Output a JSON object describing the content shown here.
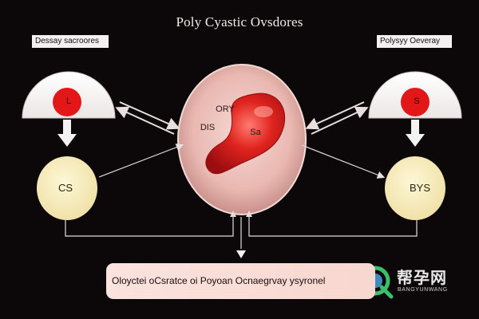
{
  "title": "Poly Cyastic Ovsdores",
  "left_panel": {
    "label": "Dessay sacroores",
    "dot_text": "L",
    "circle_text": "CS"
  },
  "right_panel": {
    "label": "Polysyy Oeveray",
    "dot_text": "S",
    "circle_text": "BYS"
  },
  "center": {
    "text_1": "ORY",
    "text_2": "DIS",
    "text_3": "Sa"
  },
  "bottom_banner": {
    "text": "Oloyctei oCsratce oi Poyoan Ocnaegrvay ysyronel"
  },
  "watermark": {
    "title": "帮孕网",
    "subtitle": "BANGYUNWANG"
  },
  "colors": {
    "background": "#0c0809",
    "dome": "#f6f3f3",
    "red_dot": "#e31618",
    "cream_circle": "#f8efc0",
    "ovary_bg": "#f0c8c2",
    "organ_red": "#d4171b",
    "banner": "#fbe3de",
    "watermark_green": "#3bbf6a"
  }
}
